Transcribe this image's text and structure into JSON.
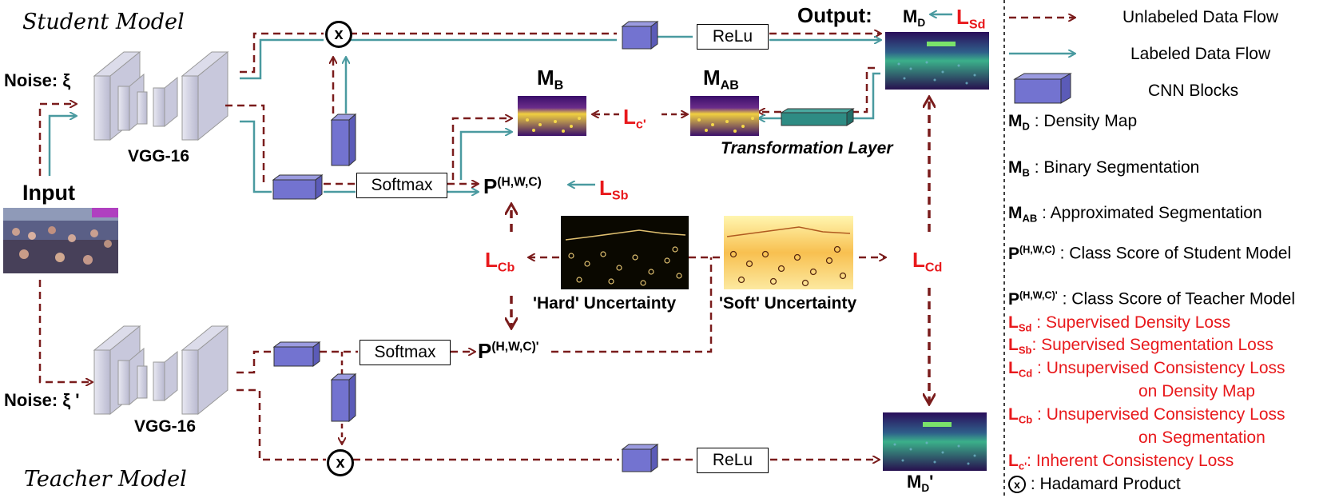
{
  "labels": {
    "student_model": "Student Model",
    "teacher_model": "Teacher Model",
    "noise_student": "Noise: ξ",
    "noise_teacher": "Noise: ξ '",
    "input": "Input",
    "vgg_student": "VGG-16",
    "vgg_teacher": "VGG-16",
    "hadamard_symbol": "x",
    "relu": "ReLu",
    "softmax": "Softmax",
    "output": "Output:",
    "md_main": "M",
    "md_sub": "D",
    "prime": "'",
    "lsd_main": "L",
    "lsd_sub": "Sd",
    "mb_main": "M",
    "mb_sub": "B",
    "mab_main": "M",
    "mab_sub": "AB",
    "lc_main": "L",
    "lc_sub": "c'",
    "transformation_layer": "Transformation Layer",
    "p_main": "P",
    "p_sup": "(H,W,C)",
    "p_sup_prime": "(H,W,C)'",
    "lsb_main": "L",
    "lsb_sub": "Sb",
    "lcb_main": "L",
    "lcb_sub": "Cb",
    "lcd_main": "L",
    "lcd_sub": "Cd",
    "hard_uncertainty": "'Hard' Uncertainty",
    "soft_uncertainty": "'Soft' Uncertainty"
  },
  "legend": {
    "unlabeled": "Unlabeled Data Flow",
    "labeled": "Labeled Data Flow",
    "cnn": "CNN Blocks",
    "md_desc": " : Density Map",
    "mb_desc": " : Binary Segmentation",
    "mab_desc": " : Approximated Segmentation",
    "p_desc": " : Class Score of Student Model",
    "p_prime_desc": " : Class Score of Teacher Model",
    "lsd_desc": " : Supervised Density Loss",
    "lsb_desc": ": Supervised Segmentation Loss",
    "lcd_desc": " : Unsupervised Consistency Loss",
    "lcd_desc2": "on Density Map",
    "lcb_desc": " : Unsupervised Consistency Loss",
    "lcb_desc2": "on Segmentation",
    "lc_desc": ": Inherent Consistency Loss",
    "hadamard_desc": " : Hadamard Product"
  },
  "colors": {
    "unlabeled_flow": "#7a1c1c",
    "labeled_flow": "#4a9aa0",
    "cnn_block": "#7373d0",
    "loss_text": "#e8191c",
    "transformation_block": "#2e8c84"
  }
}
